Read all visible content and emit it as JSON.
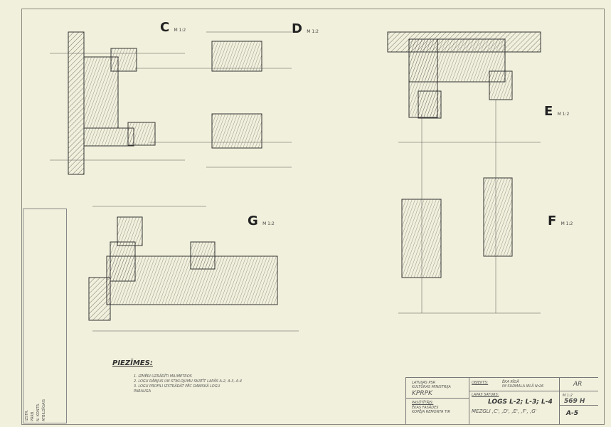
{
  "sections": [
    {
      "letter": "C",
      "scale": "M 1:2"
    },
    {
      "letter": "D",
      "scale": "M 1:2"
    },
    {
      "letter": "E",
      "scale": "M 1:2"
    },
    {
      "letter": "F",
      "scale": "M 1:2"
    },
    {
      "letter": "G",
      "scale": "M 1:2"
    }
  ],
  "notes": {
    "title": "PIEZĪMES:",
    "lines": [
      "1. IZMĒRI UZRĀDĪTI MILIMETROS",
      "2. LOGU RĀMJUS UN STIKLOJUMU SKATĪT LAPĀS A-2, A-3, A-4",
      "3. LOGU PROFILI IZSTRĀDĀT PĒC DABISKĀ LOGU",
      "PARAUGA"
    ]
  },
  "title_block": {
    "org_line1": "LATVIJAS PSR",
    "org_line2": "KULTŪRAS MINISTRIJA",
    "org_short": "KPRPK",
    "client_label": "PASŪTĪTĀJS:",
    "client_line1": "ĒKAS FASĀDES",
    "client_line2": "KOPĒJA REMONTA TIR",
    "object_label": "OBJEKTS:",
    "object_line1": "ĒKA RĪGĀ",
    "object_line2": "IM SUDMALA IELĀ Nr26",
    "sheet_content_label": "LAPAS SATURS:",
    "sheet_title": "LOGS L-2; L-3; L-4",
    "sheet_subtitle": "MEZGLI ,C', ,D', ,E', ,F', ,G'",
    "stage": "AR",
    "scale": "M 1:2",
    "project_no": "569 H",
    "sheet_no": "A-5"
  },
  "stamp": {
    "rows": [
      "IZSTR.",
      "PĀRB.",
      "N. KONTR.",
      "ATBILDĪGAIS"
    ]
  }
}
